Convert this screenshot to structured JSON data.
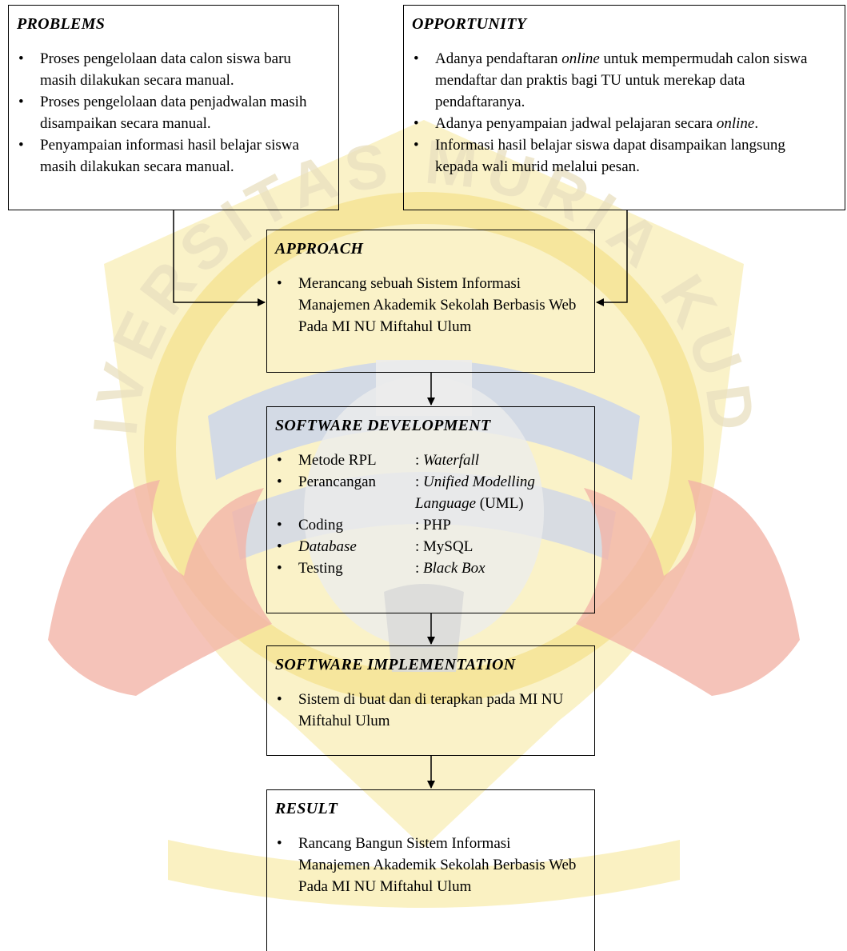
{
  "problems": {
    "title": "PROBLEMS",
    "items": [
      "Proses pengelolaan data calon siswa baru masih dilakukan secara manual.",
      "Proses pengelolaan data penjadwalan masih disampaikan secara manual.",
      "Penyampaian informasi hasil belajar siswa masih dilakukan secara manual."
    ]
  },
  "opportunity": {
    "title": "OPPORTUNITY",
    "items": [
      {
        "before": "Adanya pendaftaran ",
        "italic": "online",
        "after": " untuk mempermudah calon siswa mendaftar dan praktis bagi TU untuk merekap data pendaftaranya."
      },
      {
        "before": "Adanya penyampaian jadwal pelajaran secara ",
        "italic": "online",
        "after": "."
      },
      {
        "before": "Informasi hasil belajar siswa dapat disampaikan langsung kepada wali murid melalui pesan.",
        "italic": "",
        "after": ""
      }
    ]
  },
  "approach": {
    "title": "APPROACH",
    "items": [
      "Merancang sebuah Sistem Informasi Manajemen Akademik Sekolah Berbasis Web Pada MI NU Miftahul Ulum"
    ]
  },
  "software_development": {
    "title": "SOFTWARE DEVELOPMENT",
    "items": [
      {
        "key": "Metode RPL",
        "key_italic": false,
        "value_italic": "Waterfall",
        "value_plain": ""
      },
      {
        "key": "Perancangan",
        "key_italic": false,
        "value_italic": "Unified Modelling Language",
        "value_plain": " (UML)"
      },
      {
        "key": "Coding",
        "key_italic": false,
        "value_italic": "",
        "value_plain": "PHP"
      },
      {
        "key": "Database",
        "key_italic": true,
        "value_italic": "",
        "value_plain": "MySQL"
      },
      {
        "key": "Testing",
        "key_italic": false,
        "value_italic": "Black Box",
        "value_plain": ""
      }
    ],
    "separator": ": "
  },
  "software_implementation": {
    "title": "SOFTWARE IMPLEMENTATION",
    "items": [
      "Sistem di buat dan di terapkan pada MI NU Miftahul Ulum"
    ]
  },
  "result": {
    "title": "RESULT",
    "items": [
      "Rancang Bangun Sistem Informasi Manajemen Akademik Sekolah Berbasis Web Pada MI NU Miftahul Ulum"
    ]
  },
  "watermark": {
    "text": "UNIVERSITAS MURIA KUDUS",
    "colors": {
      "yellow": "#f6e79a",
      "red": "#f2b4a8",
      "blue": "#c9d3ec",
      "gray": "#ececec",
      "gray_dark": "#d8d8d8"
    }
  }
}
